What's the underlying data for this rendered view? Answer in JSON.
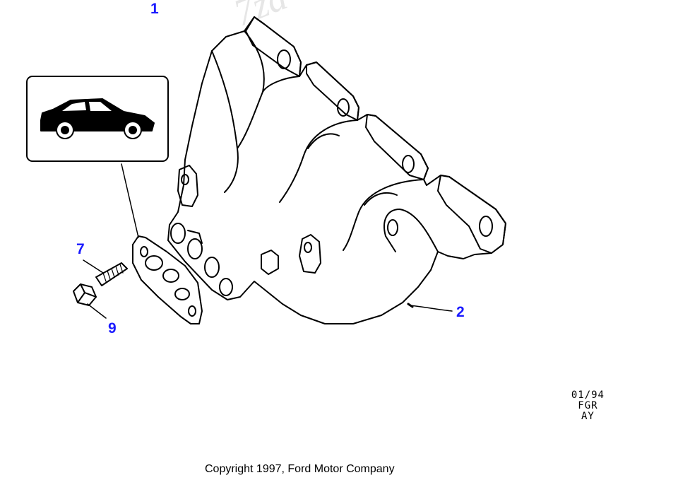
{
  "callouts": {
    "part_1": "1",
    "part_2": "2",
    "part_7": "7",
    "part_9": "9"
  },
  "reference_code": {
    "line1": "01/94",
    "line2": "FGR",
    "line3": "AY"
  },
  "copyright": "Copyright 1997, Ford Motor Company",
  "watermark": "7za",
  "colors": {
    "callout": "#1a1aff",
    "line_art": "#000000"
  },
  "icons": [
    "car-silhouette-icon",
    "exhaust-manifold-drawing",
    "gasket-drawing",
    "stud-drawing",
    "nut-drawing"
  ]
}
